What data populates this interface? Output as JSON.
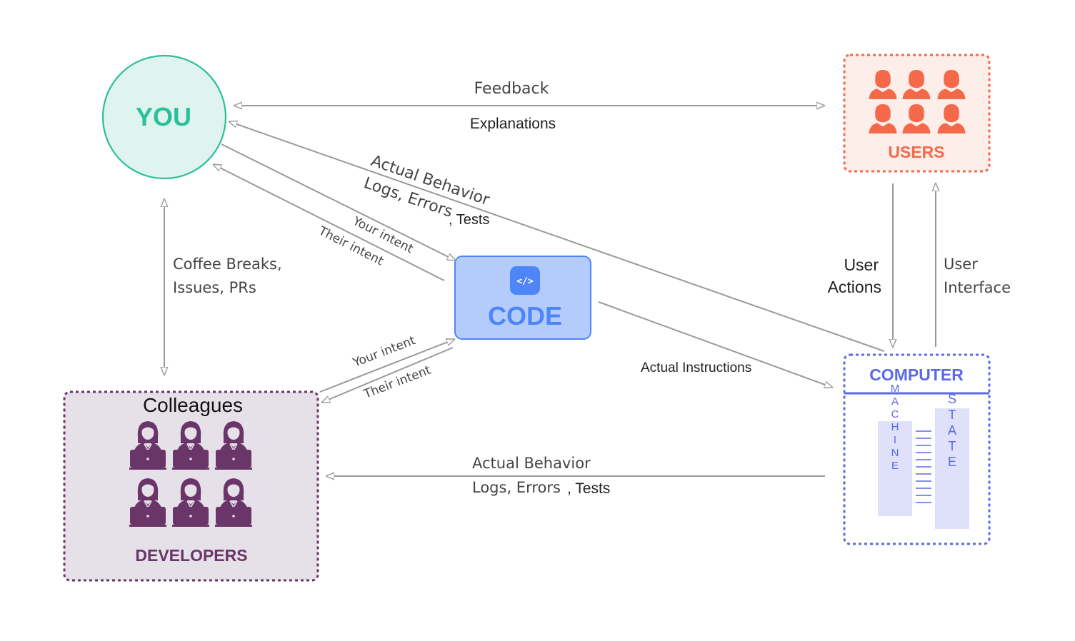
{
  "nodes": {
    "you": {
      "label": "YOU"
    },
    "code": {
      "label": "CODE",
      "icon": "code-icon"
    },
    "users": {
      "label": "USERS",
      "icon": "person-icon"
    },
    "developers": {
      "title": "Colleagues",
      "label": "DEVELOPERS",
      "icon": "developer-laptop-icon"
    },
    "computer": {
      "label": "COMPUTER",
      "machine": "MACHINE",
      "state": "STATE"
    }
  },
  "edges": {
    "feedback": "Feedback",
    "explanations": "Explanations",
    "actual_behavior_top": "Actual Behavior",
    "logs_errors_top": "Logs, Errors",
    "tests_top": ", Tests",
    "your_intent_top": "Your intent",
    "their_intent_top": "Their intent",
    "coffee_line1": "Coffee Breaks,",
    "coffee_line2": "Issues, PRs",
    "your_intent_bottom": "Your intent",
    "their_intent_bottom": "Their intent",
    "actual_instructions": "Actual Instructions",
    "user_actions_line1": "User",
    "user_actions_line2": "Actions",
    "user_interface_line1": "User",
    "user_interface_line2": "Interface",
    "actual_behavior_bottom": "Actual Behavior",
    "logs_errors_bottom": "Logs, Errors",
    "tests_bottom": ", Tests"
  },
  "colors": {
    "you": "#2bbf9a",
    "you_fill": "#dff4ee",
    "code": "#4f86f7",
    "code_fill": "#b4ccfb",
    "users": "#f4694a",
    "users_fill": "#feeeea",
    "developers": "#6a3568",
    "developers_fill": "#e6e0e8",
    "computer": "#5b68ea",
    "computer_fill": "#dfe1fb",
    "arrow": "#9a9a9a"
  }
}
